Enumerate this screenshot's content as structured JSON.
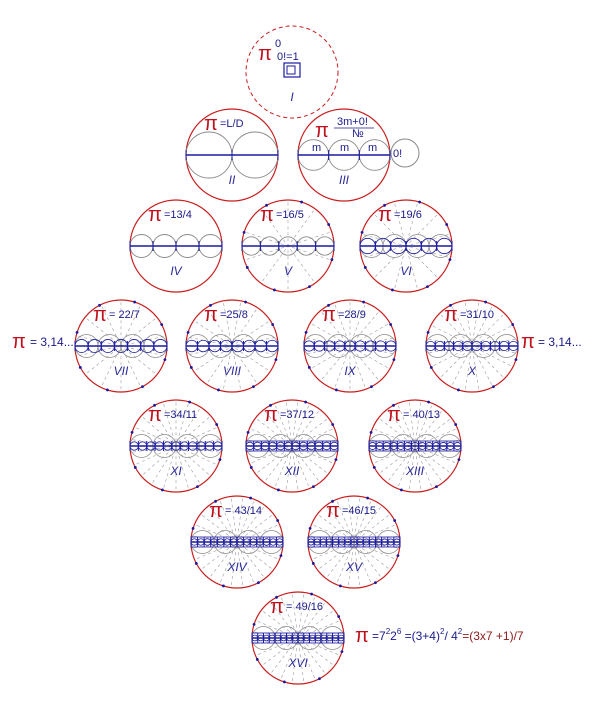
{
  "colors": {
    "outer_circle": "#c81e1e",
    "inner_circle": "#8a8a8a",
    "diameter": "#1a1aa0",
    "pi_symbol": "#c0101c",
    "text": "#1a1a8c",
    "guide": "#9a9a9a"
  },
  "pi_symbol": "π",
  "stages": [
    {
      "numeral": "I",
      "formula": "0!=1",
      "superscript": "0",
      "inner_count": 1
    },
    {
      "numeral": "II",
      "formula": "=L/D",
      "inner_count": 2
    },
    {
      "numeral": "III",
      "formula_numerator": "3m+0!",
      "formula_denominator": "№",
      "segment_label": "m",
      "extra_label": "0!",
      "inner_count": 3
    },
    {
      "numeral": "IV",
      "formula": "=13/4",
      "inner_count": 4
    },
    {
      "numeral": "V",
      "formula": "=16/5",
      "inner_count": 5
    },
    {
      "numeral": "VI",
      "formula": "=19/6",
      "inner_count": 6
    },
    {
      "numeral": "VII",
      "formula": "= 22/7",
      "inner_count": 7
    },
    {
      "numeral": "VIII",
      "formula": "=25/8",
      "inner_count": 8
    },
    {
      "numeral": "IX",
      "formula": "=28/9",
      "inner_count": 9
    },
    {
      "numeral": "X",
      "formula": "=31/10",
      "inner_count": 10
    },
    {
      "numeral": "XI",
      "formula": "=34/11",
      "inner_count": 11
    },
    {
      "numeral": "XII",
      "formula": "=37/12",
      "inner_count": 12
    },
    {
      "numeral": "XIII",
      "formula": "= 40/13",
      "inner_count": 13
    },
    {
      "numeral": "XIV",
      "formula": "= 43/14",
      "inner_count": 14
    },
    {
      "numeral": "XV",
      "formula": "=46/15",
      "inner_count": 15
    },
    {
      "numeral": "XVI",
      "formula": "= 49/16",
      "inner_count": 16
    }
  ],
  "side_left": "= 3,14...",
  "side_right": "= 3,14...",
  "bottom_formula": {
    "base": "=7",
    "exp1": "2",
    "mid": "2",
    "exp2": "6",
    "rest_a": " =(3+4)",
    "exp3": "2",
    "rest_b": "/ 4",
    "exp4": "2",
    "rest_c": "=(3x7 +1)/7"
  }
}
